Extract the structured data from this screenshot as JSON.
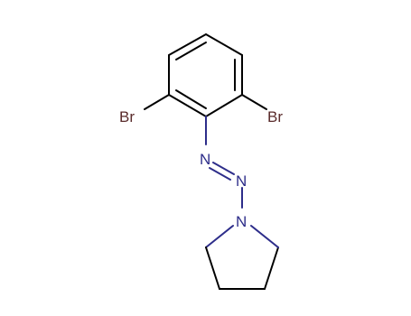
{
  "molecule": {
    "atoms": [
      {
        "id": "br-left",
        "label": "Br",
        "color": "#5a2b2b"
      },
      {
        "id": "br-right",
        "label": "Br",
        "color": "#5a2b2b"
      },
      {
        "id": "n1",
        "label": "N",
        "color": "#2d2d8a"
      },
      {
        "id": "n2",
        "label": "N",
        "color": "#2d2d8a"
      },
      {
        "id": "n3",
        "label": "N",
        "color": "#2d2d8a"
      }
    ],
    "bond_color": "#000000",
    "nitrogen_bond_color": "#2d2d8a"
  }
}
